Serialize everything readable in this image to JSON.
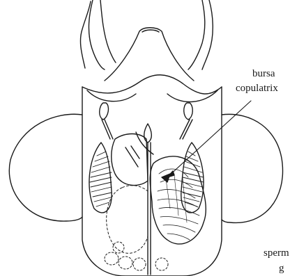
{
  "labels": {
    "bursa": "bursa",
    "copulatrix": "copulatrix",
    "spermatheca_partial": "sperm",
    "gland_partial": "g"
  }
}
